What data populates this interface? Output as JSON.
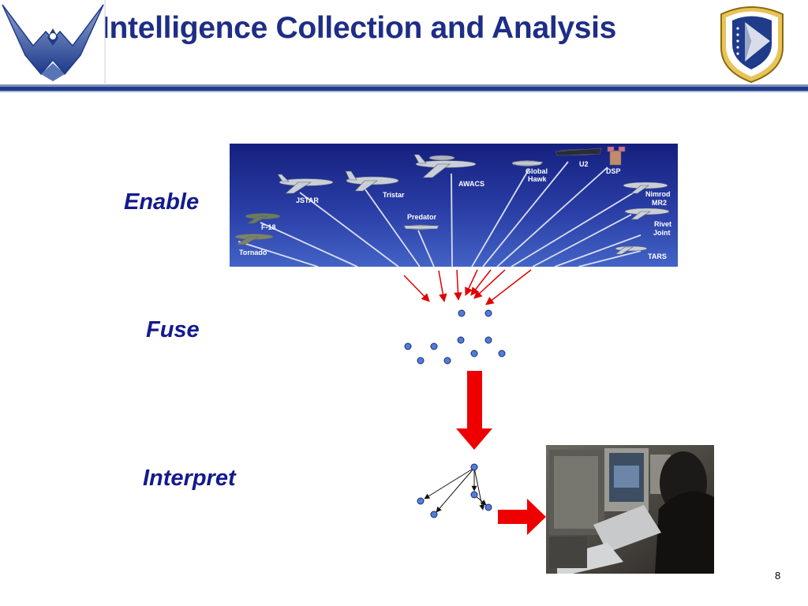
{
  "slide": {
    "title": "Intelligence Collection and Analysis",
    "page_number": "8"
  },
  "stages": {
    "enable": "Enable",
    "fuse": "Fuse",
    "interpret": "Interpret"
  },
  "platforms": {
    "jstar": "JSTAR",
    "tristar": "Tristar",
    "awacs": "AWACS",
    "global_hawk_1": "Global",
    "global_hawk_2": "Hawk",
    "u2": "U2",
    "dsp": "DSP",
    "nimrod_1": "Nimrod",
    "nimrod_2": "MR2",
    "rivet_1": "Rivet",
    "rivet_2": "Joint",
    "tars": "TARS",
    "predator": "Predator",
    "f18": "F-18",
    "tornado": "Tornado"
  },
  "colors": {
    "title": "#1e2d86",
    "stage_label": "#141a8c",
    "arrow": "#ee0000",
    "node_fill": "#4f7ddb",
    "panel_top": "#15207e",
    "panel_bottom": "#3f5fc4"
  },
  "icons": {
    "left_logo": "air-force-wings-logo",
    "right_logo": "afrl-shield-logo",
    "photo": "analyst-at-workstation-photo"
  }
}
